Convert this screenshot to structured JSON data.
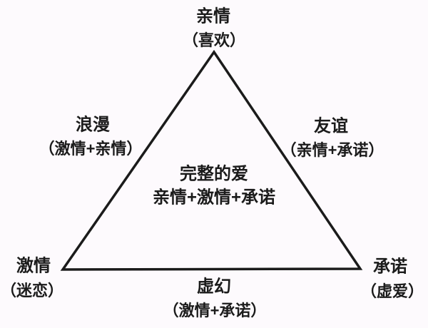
{
  "diagram": {
    "type": "triangle-concept-diagram",
    "background_color": "#fdfafd",
    "line_color": "#1b1b1b",
    "text_color": "#1b1b1b"
  },
  "labels": {
    "top": {
      "title": "亲情",
      "sub": "（喜欢）"
    },
    "left": {
      "title": "浪漫",
      "sub": "（激情+亲情）"
    },
    "right": {
      "title": "友谊",
      "sub": "（亲情+承诺）"
    },
    "center": {
      "title": "完整的爱",
      "sub": "亲情+激情+承诺"
    },
    "bottom_left": {
      "title": "激情",
      "sub": "（迷恋）"
    },
    "bottom_right": {
      "title": "承诺",
      "sub": "（虚爱）"
    },
    "bottom_center": {
      "title": "虚幻",
      "sub": "（激情+承诺）"
    }
  }
}
